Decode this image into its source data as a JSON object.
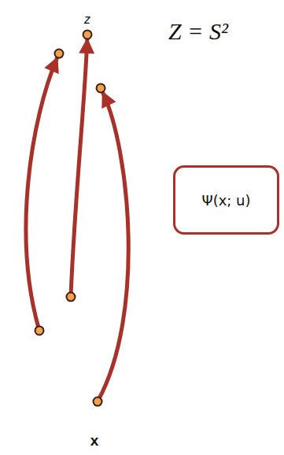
{
  "diagram": {
    "nodes": [
      {
        "text": [
          "z"
        ]
      },
      {
        "text": [
          "Ψ(x; u)"
        ]
      },
      {
        "text": [
          "x"
        ]
      }
    ],
    "edges": [
      {
        "from": 2,
        "to": 0,
        "arrow": "to"
      },
      {
        "from": 2,
        "to": 0,
        "arrow": "to"
      },
      {
        "from": 2,
        "to": 0,
        "arrow": "to"
      }
    ],
    "labels": [
      "Z = S²"
    ]
  }
}
